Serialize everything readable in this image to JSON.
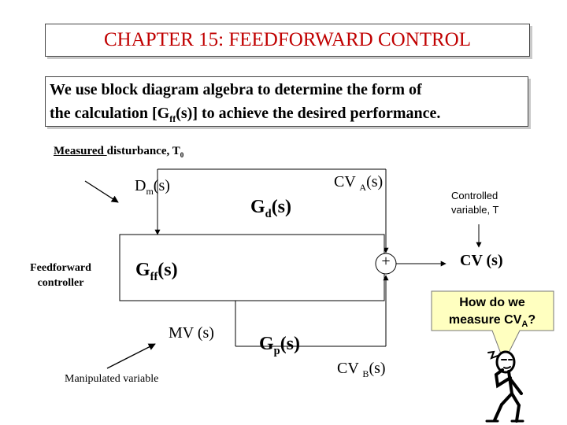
{
  "title": "CHAPTER 15: FEEDFORWARD CONTROL",
  "intro": {
    "line1": "We use block diagram algebra to determine the form of",
    "line2_prefix": "the calculation [G",
    "line2_sub": "ff",
    "line2_suffix": "(s)] to achieve the desired performance."
  },
  "diagram": {
    "measured_disturbance": {
      "underlined": "Measured ",
      "rest": "disturbance, T",
      "sub": "0"
    },
    "dm": {
      "main": "D",
      "sub": "m",
      "suffix": "(s)"
    },
    "gd": {
      "main": "G",
      "sub": "d",
      "suffix": "(s)"
    },
    "cva": {
      "main": "CV ",
      "sub": "A",
      "suffix": "(s)"
    },
    "controlled_variable": {
      "line1": "Controlled",
      "line2": "variable, T"
    },
    "sum_sign": "+",
    "cv": "CV (s)",
    "feedforward_controller": {
      "line1": "Feedforward",
      "line2": "controller"
    },
    "gff": {
      "main": "G",
      "sub": "ff",
      "suffix": "(s)"
    },
    "mv": "MV (s)",
    "gp": {
      "main": "G",
      "sub": "p",
      "suffix": "(s)"
    },
    "cvb": {
      "main": "CV ",
      "sub": "B",
      "suffix": "(s)"
    },
    "manipulated_variable": "Manipulated variable"
  },
  "callout": {
    "line1": "How do we",
    "line2_prefix": "measure CV",
    "line2_sub": "A",
    "line2_suffix": "?",
    "fill": "#ffffc0"
  },
  "colors": {
    "title_text": "#c00000"
  }
}
